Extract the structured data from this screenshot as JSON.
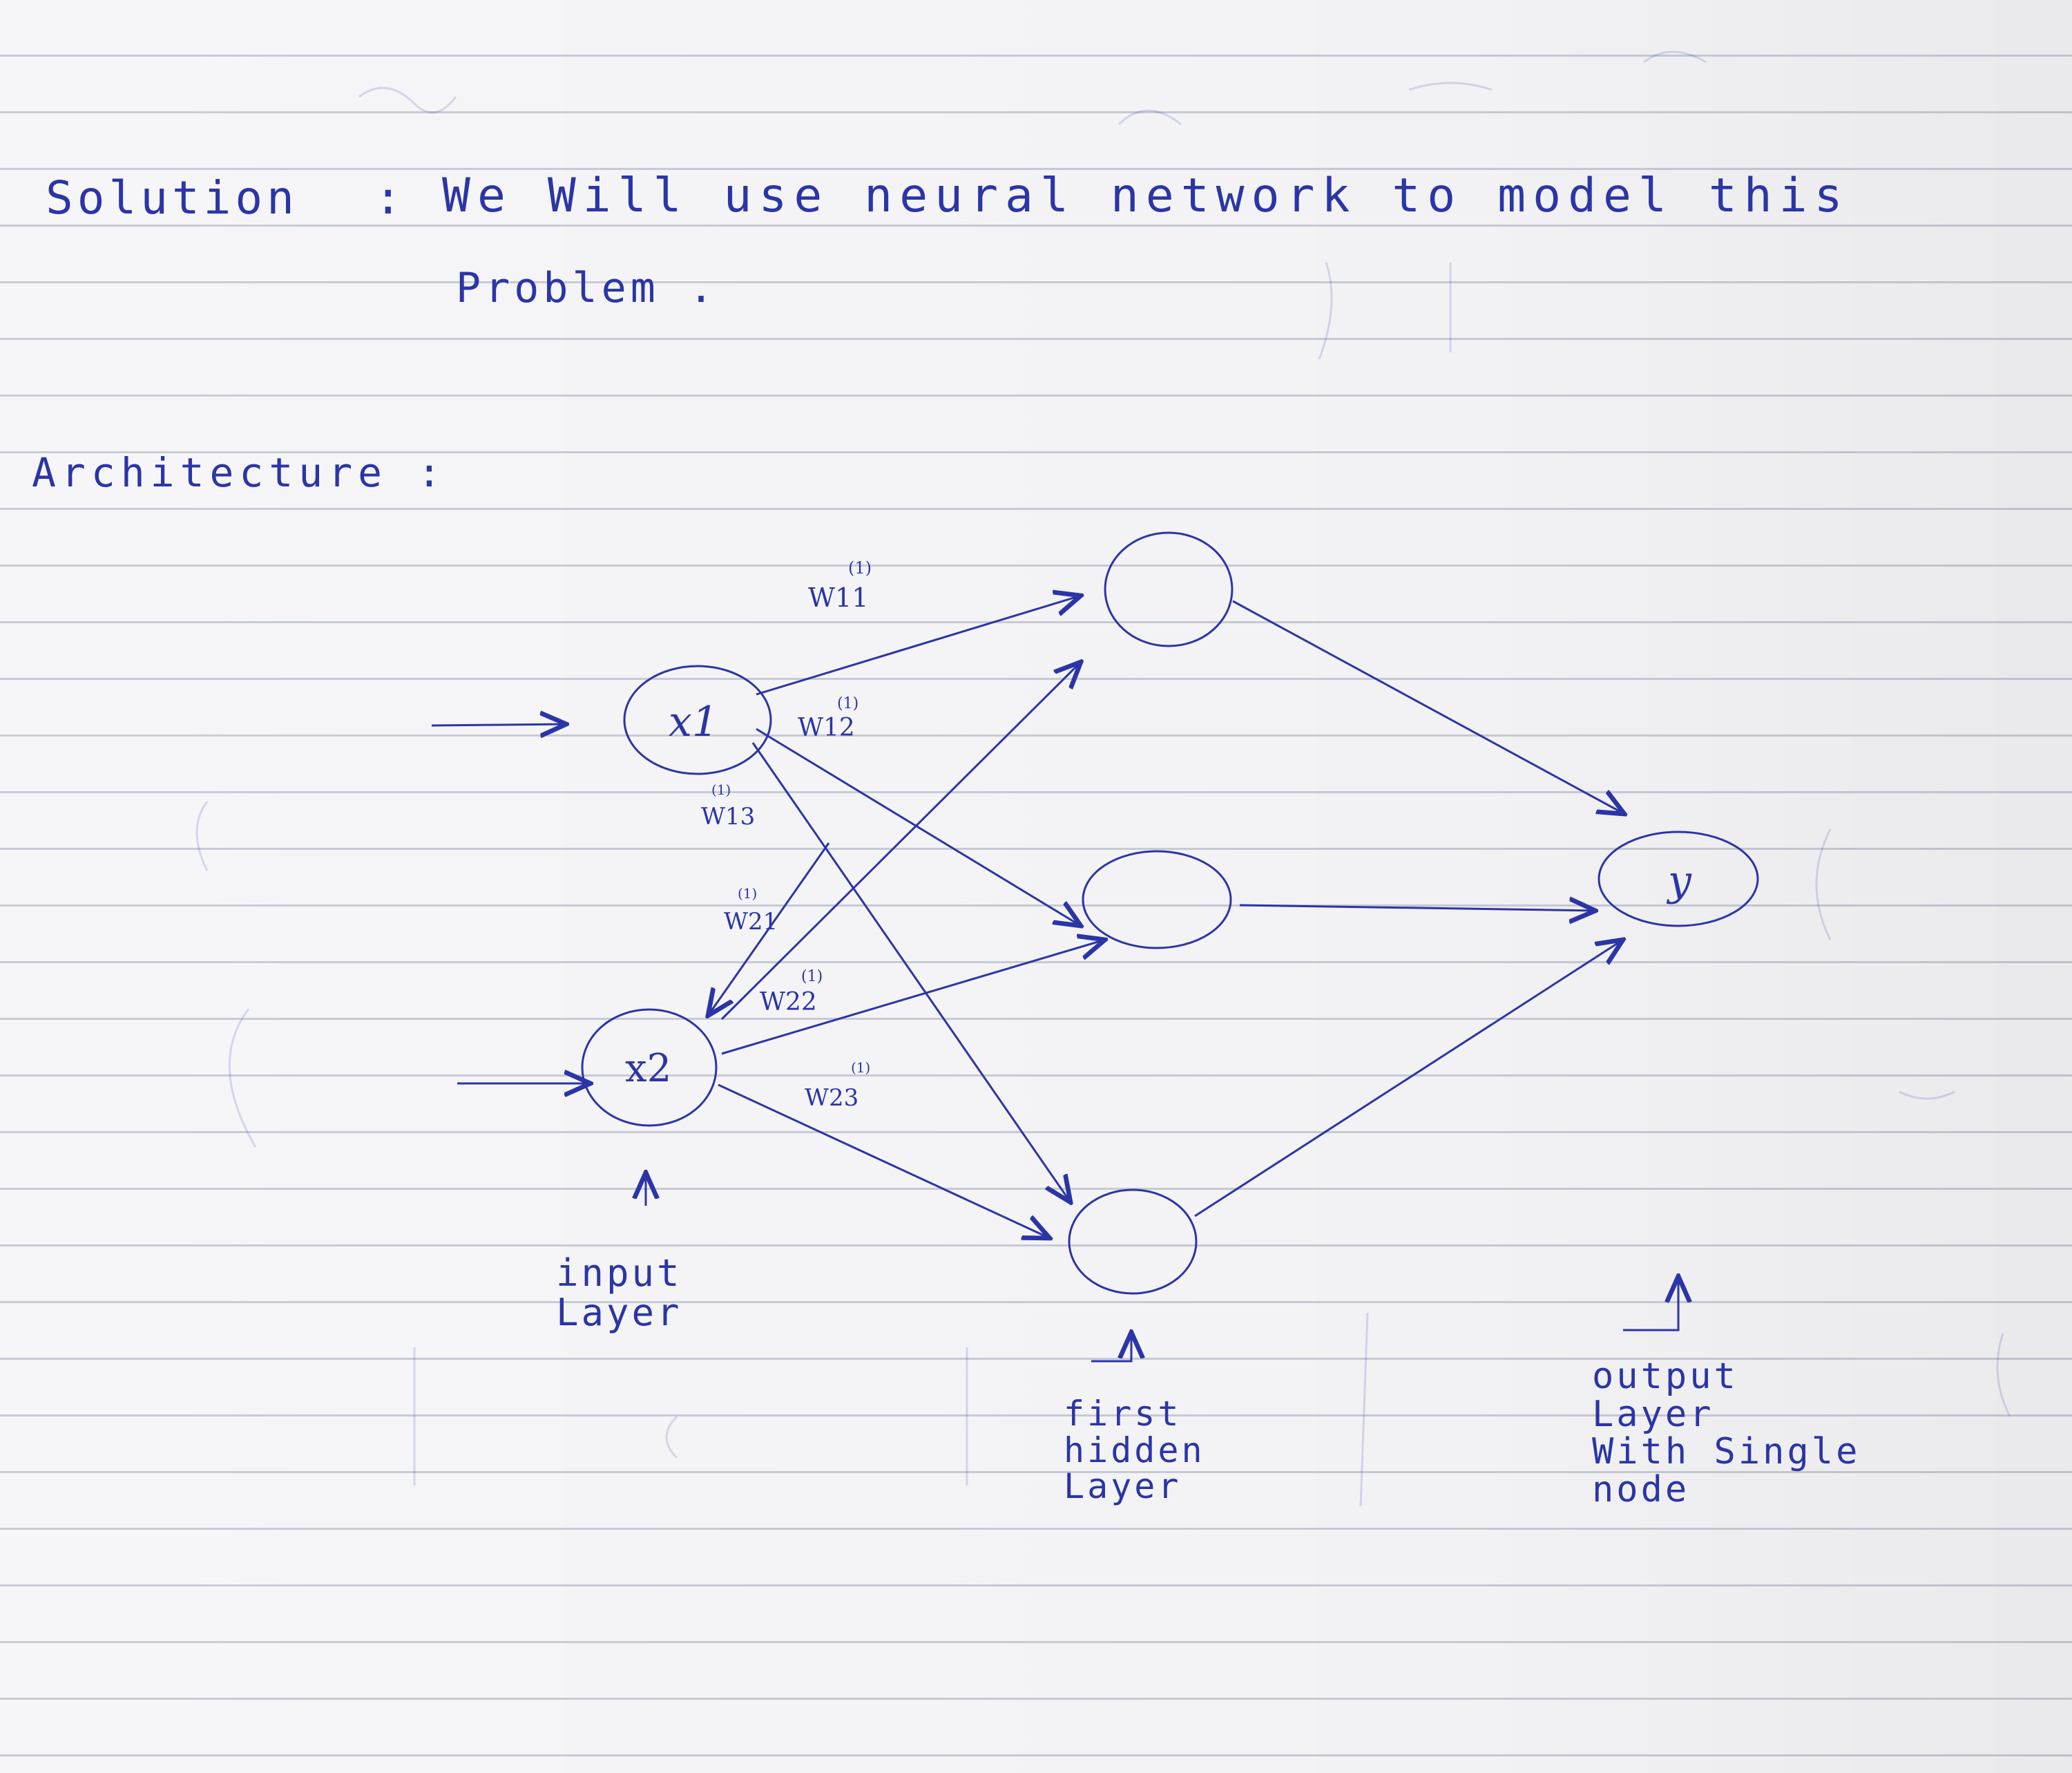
{
  "ink_color": "#2b35a6",
  "line_color": "#c9ccd6",
  "solution": {
    "label": "Solution",
    "colon": ":",
    "text": "We Will use neural network to model this",
    "text_cont": "Problem ."
  },
  "architecture": {
    "heading": "Architecture :"
  },
  "network": {
    "nodes": {
      "x1": "x1",
      "x2": "x2",
      "y": "y"
    },
    "weights": {
      "w11": "W11",
      "w12": "W12",
      "w13": "W13",
      "w21": "W21",
      "w22": "W22",
      "w23": "W23",
      "superscript": "(1)"
    }
  },
  "labels": {
    "input": [
      "input",
      "Layer"
    ],
    "hidden": [
      "first",
      "hidden",
      "Layer"
    ],
    "output": [
      "output",
      "Layer",
      "With Single",
      "node"
    ]
  }
}
